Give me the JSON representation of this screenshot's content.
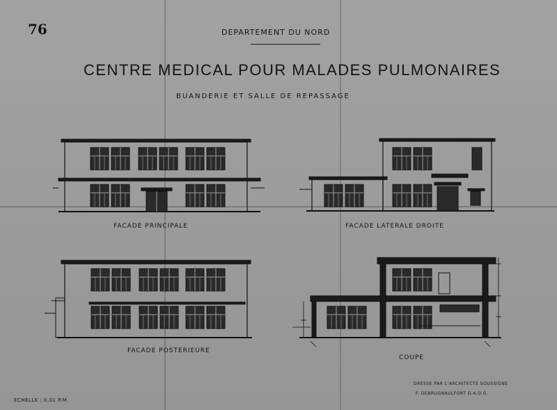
{
  "sheet": {
    "number": "76",
    "department": "DEPARTEMENT DU NORD",
    "title": "CENTRE MEDICAL POUR MALADES PULMONAIRES",
    "subtitle": "BUANDERIE ET SALLE DE REPASSAGE"
  },
  "drawings": {
    "front": {
      "caption": "FACADE PRINCIPALE"
    },
    "side": {
      "caption": "FACADE LATERALE DROITE"
    },
    "rear": {
      "caption": "FACADE POSTERIEURE"
    },
    "section": {
      "caption": "COUPE"
    }
  },
  "footer": {
    "scale": "ECHELLE : 0,01 P.M.",
    "credit_line1": "DRESSE PAR L'ARCHITECTE SOUSSIGNE",
    "credit_line2": "F. DEBRUGNAULFORT D.A.D.G."
  },
  "colors": {
    "paper": "#9c9c9a",
    "ink": "#141414",
    "window_glass": "#2a2a2a"
  }
}
